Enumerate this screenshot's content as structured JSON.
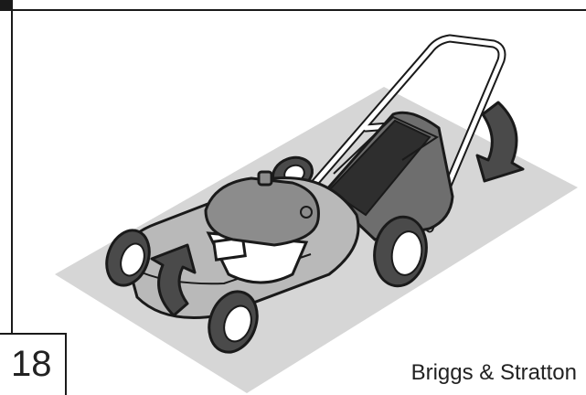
{
  "page": {
    "number": "18",
    "caption": "Briggs & Stratton"
  },
  "illustration": {
    "subject": "push-lawn-mower",
    "arrows": [
      "arrow-down-icon",
      "arrow-up-icon"
    ]
  },
  "colors": {
    "ground": "#d6d6d6",
    "deck": "#b9b9b9",
    "engine-cover": "#8c8c8c",
    "bag": "#6e6e6e",
    "tire": "#4a4a4a",
    "outline": "#1a1a1a"
  }
}
